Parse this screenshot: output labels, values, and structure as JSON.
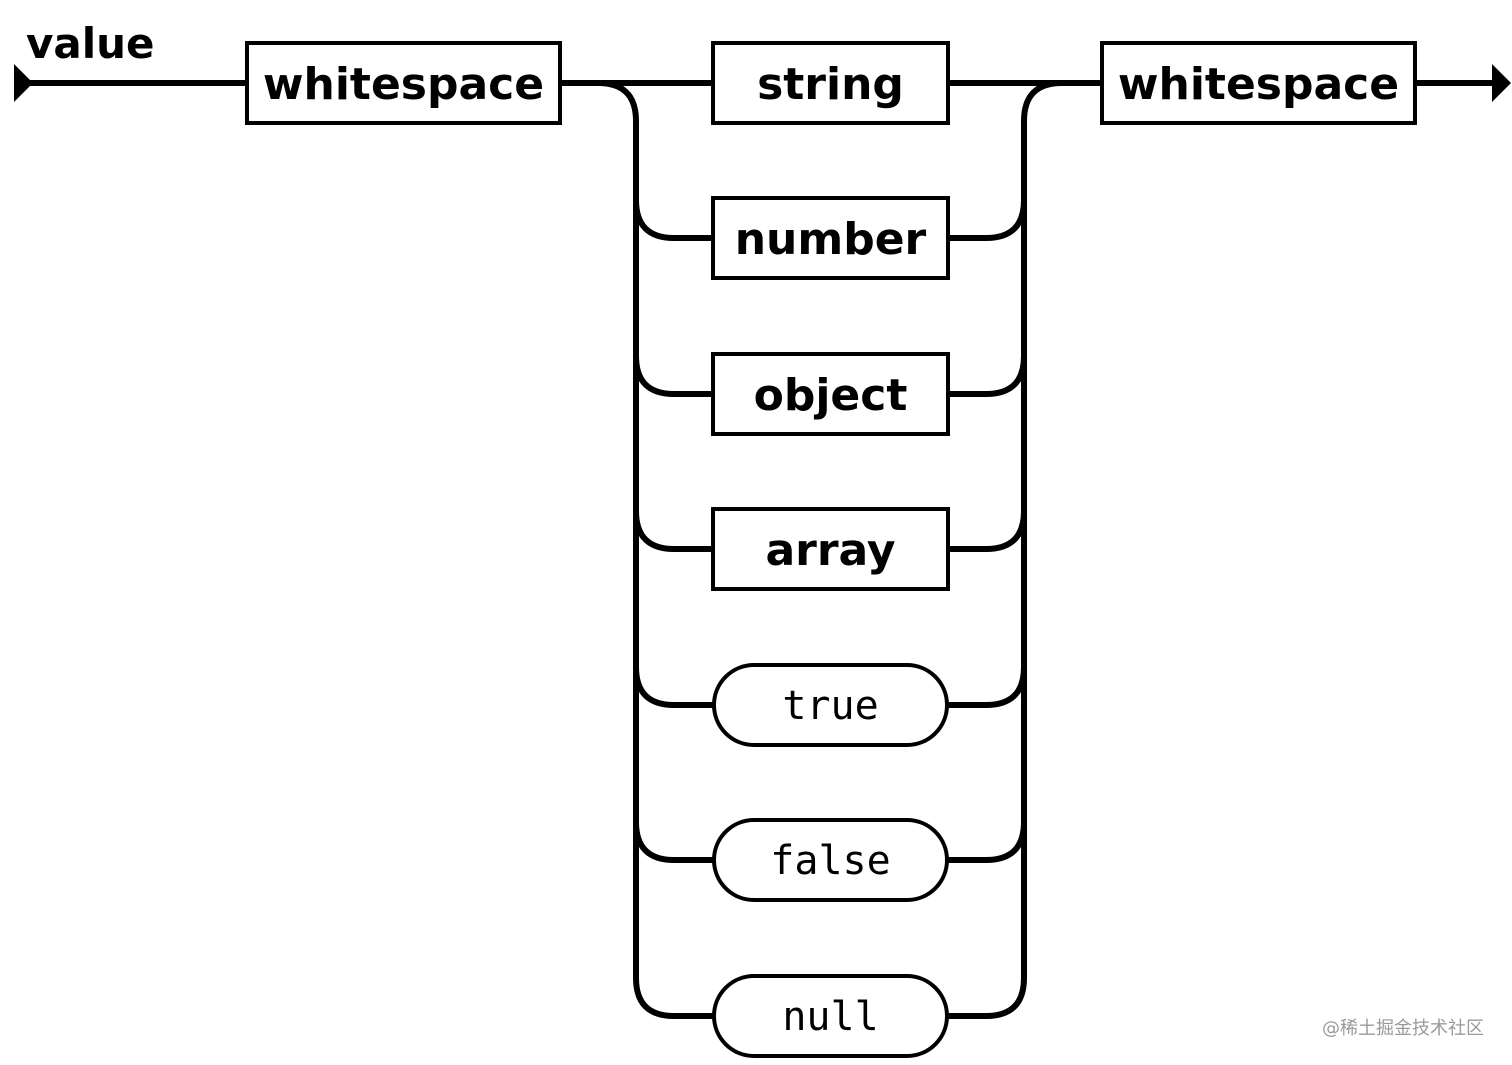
{
  "diagram": {
    "title": "value",
    "start_node": "whitespace",
    "end_node": "whitespace",
    "branches": [
      {
        "label": "string",
        "kind": "nonterminal"
      },
      {
        "label": "number",
        "kind": "nonterminal"
      },
      {
        "label": "object",
        "kind": "nonterminal"
      },
      {
        "label": "array",
        "kind": "nonterminal"
      },
      {
        "label": "true",
        "kind": "terminal"
      },
      {
        "label": "false",
        "kind": "terminal"
      },
      {
        "label": "null",
        "kind": "terminal"
      }
    ]
  },
  "watermark": "@稀土掘金技术社区"
}
